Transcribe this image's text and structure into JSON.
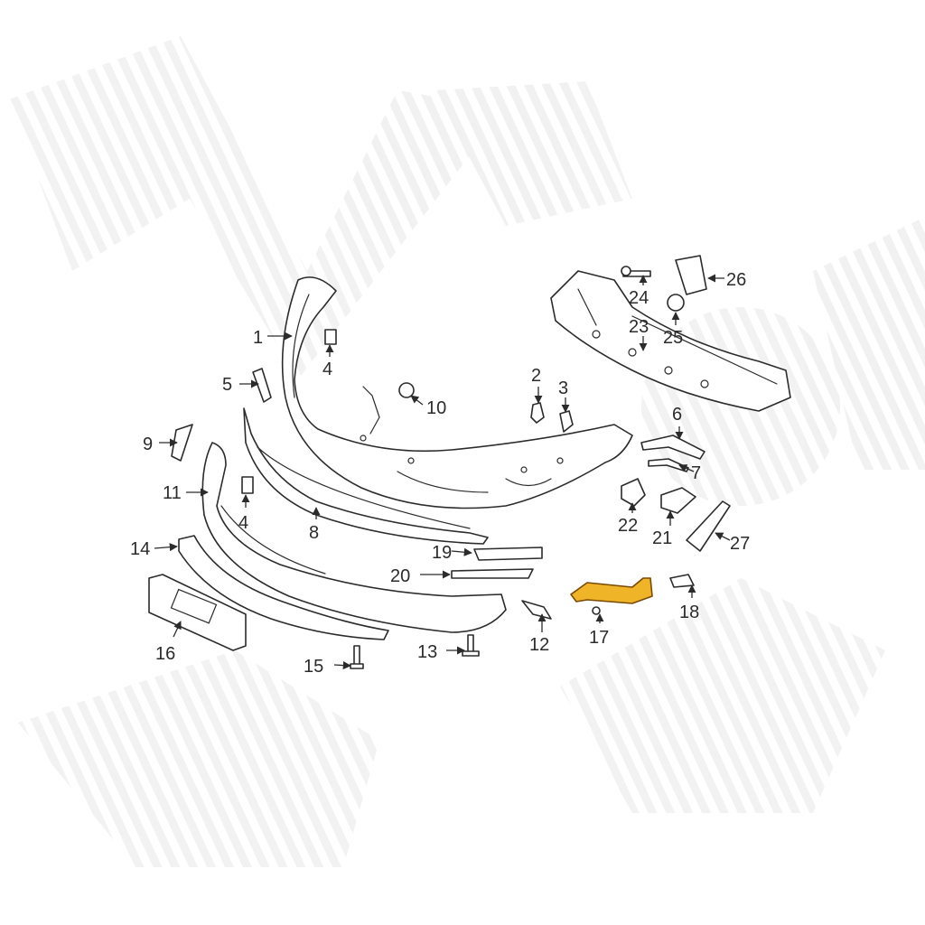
{
  "diagram": {
    "highlight_color": "#f0b429",
    "callouts": [
      "1",
      "2",
      "3",
      "4",
      "4",
      "5",
      "6",
      "7",
      "8",
      "9",
      "10",
      "11",
      "12",
      "13",
      "14",
      "15",
      "16",
      "17",
      "18",
      "19",
      "20",
      "21",
      "22",
      "23",
      "24",
      "25",
      "26",
      "27"
    ]
  }
}
